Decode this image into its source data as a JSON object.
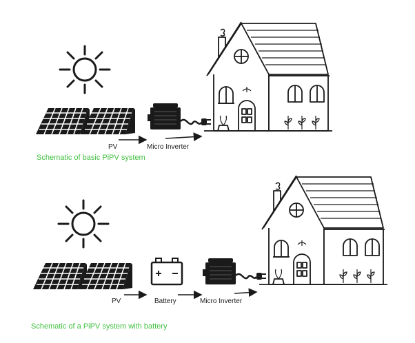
{
  "diagram1": {
    "label_pv": "PV",
    "label_inverter": "Micro Inverter",
    "caption": "Schematic of basic PiPV system"
  },
  "diagram2": {
    "label_pv": "PV",
    "label_battery": "Battery",
    "label_inverter": "Micro Inverter",
    "caption": "Schematic of a PiPV system with battery"
  },
  "colors": {
    "caption": "#3fbf3f",
    "stroke": "#1a1a1a"
  },
  "icons": [
    "sun-icon",
    "solar-panel-icon",
    "micro-inverter-icon",
    "battery-icon",
    "plug-icon",
    "house-icon"
  ]
}
